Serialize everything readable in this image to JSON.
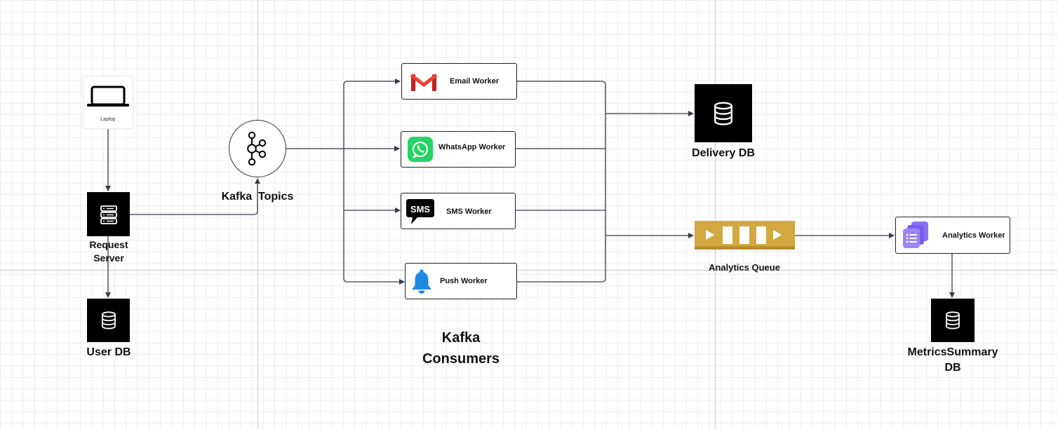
{
  "nodes": {
    "laptop": {
      "label": "Laptop"
    },
    "request_server": {
      "label_line1": "Request",
      "label_line2": "Server"
    },
    "user_db": {
      "label": "User DB"
    },
    "kafka_topics": {
      "label": "Kafka  Topics"
    },
    "email_worker": {
      "label": "Email Worker",
      "icon": "gmail-icon"
    },
    "whatsapp_worker": {
      "label": "WhatsApp Worker",
      "icon": "whatsapp-icon"
    },
    "sms_worker": {
      "label": "SMS Worker",
      "icon": "sms-icon",
      "icon_text": "SMS"
    },
    "push_worker": {
      "label": "Push Worker",
      "icon": "bell-icon"
    },
    "kafka_consumers": {
      "label_line1": "Kafka",
      "label_line2": "Consumers"
    },
    "delivery_db": {
      "label": "Delivery DB"
    },
    "analytics_queue": {
      "label": "Analytics Queue"
    },
    "analytics_worker": {
      "label": "Analytics Worker",
      "icon": "forms-icon"
    },
    "metrics_db": {
      "label_line1": "MetricsSummary",
      "label_line2": "DB"
    }
  },
  "colors": {
    "queue_gold": "#d4a840",
    "whatsapp_green": "#25d366",
    "gmail_red": "#ea4335",
    "bell_blue": "#1e88e5",
    "forms_purple": "#7b5cf0",
    "line": "#3a3a4a"
  }
}
